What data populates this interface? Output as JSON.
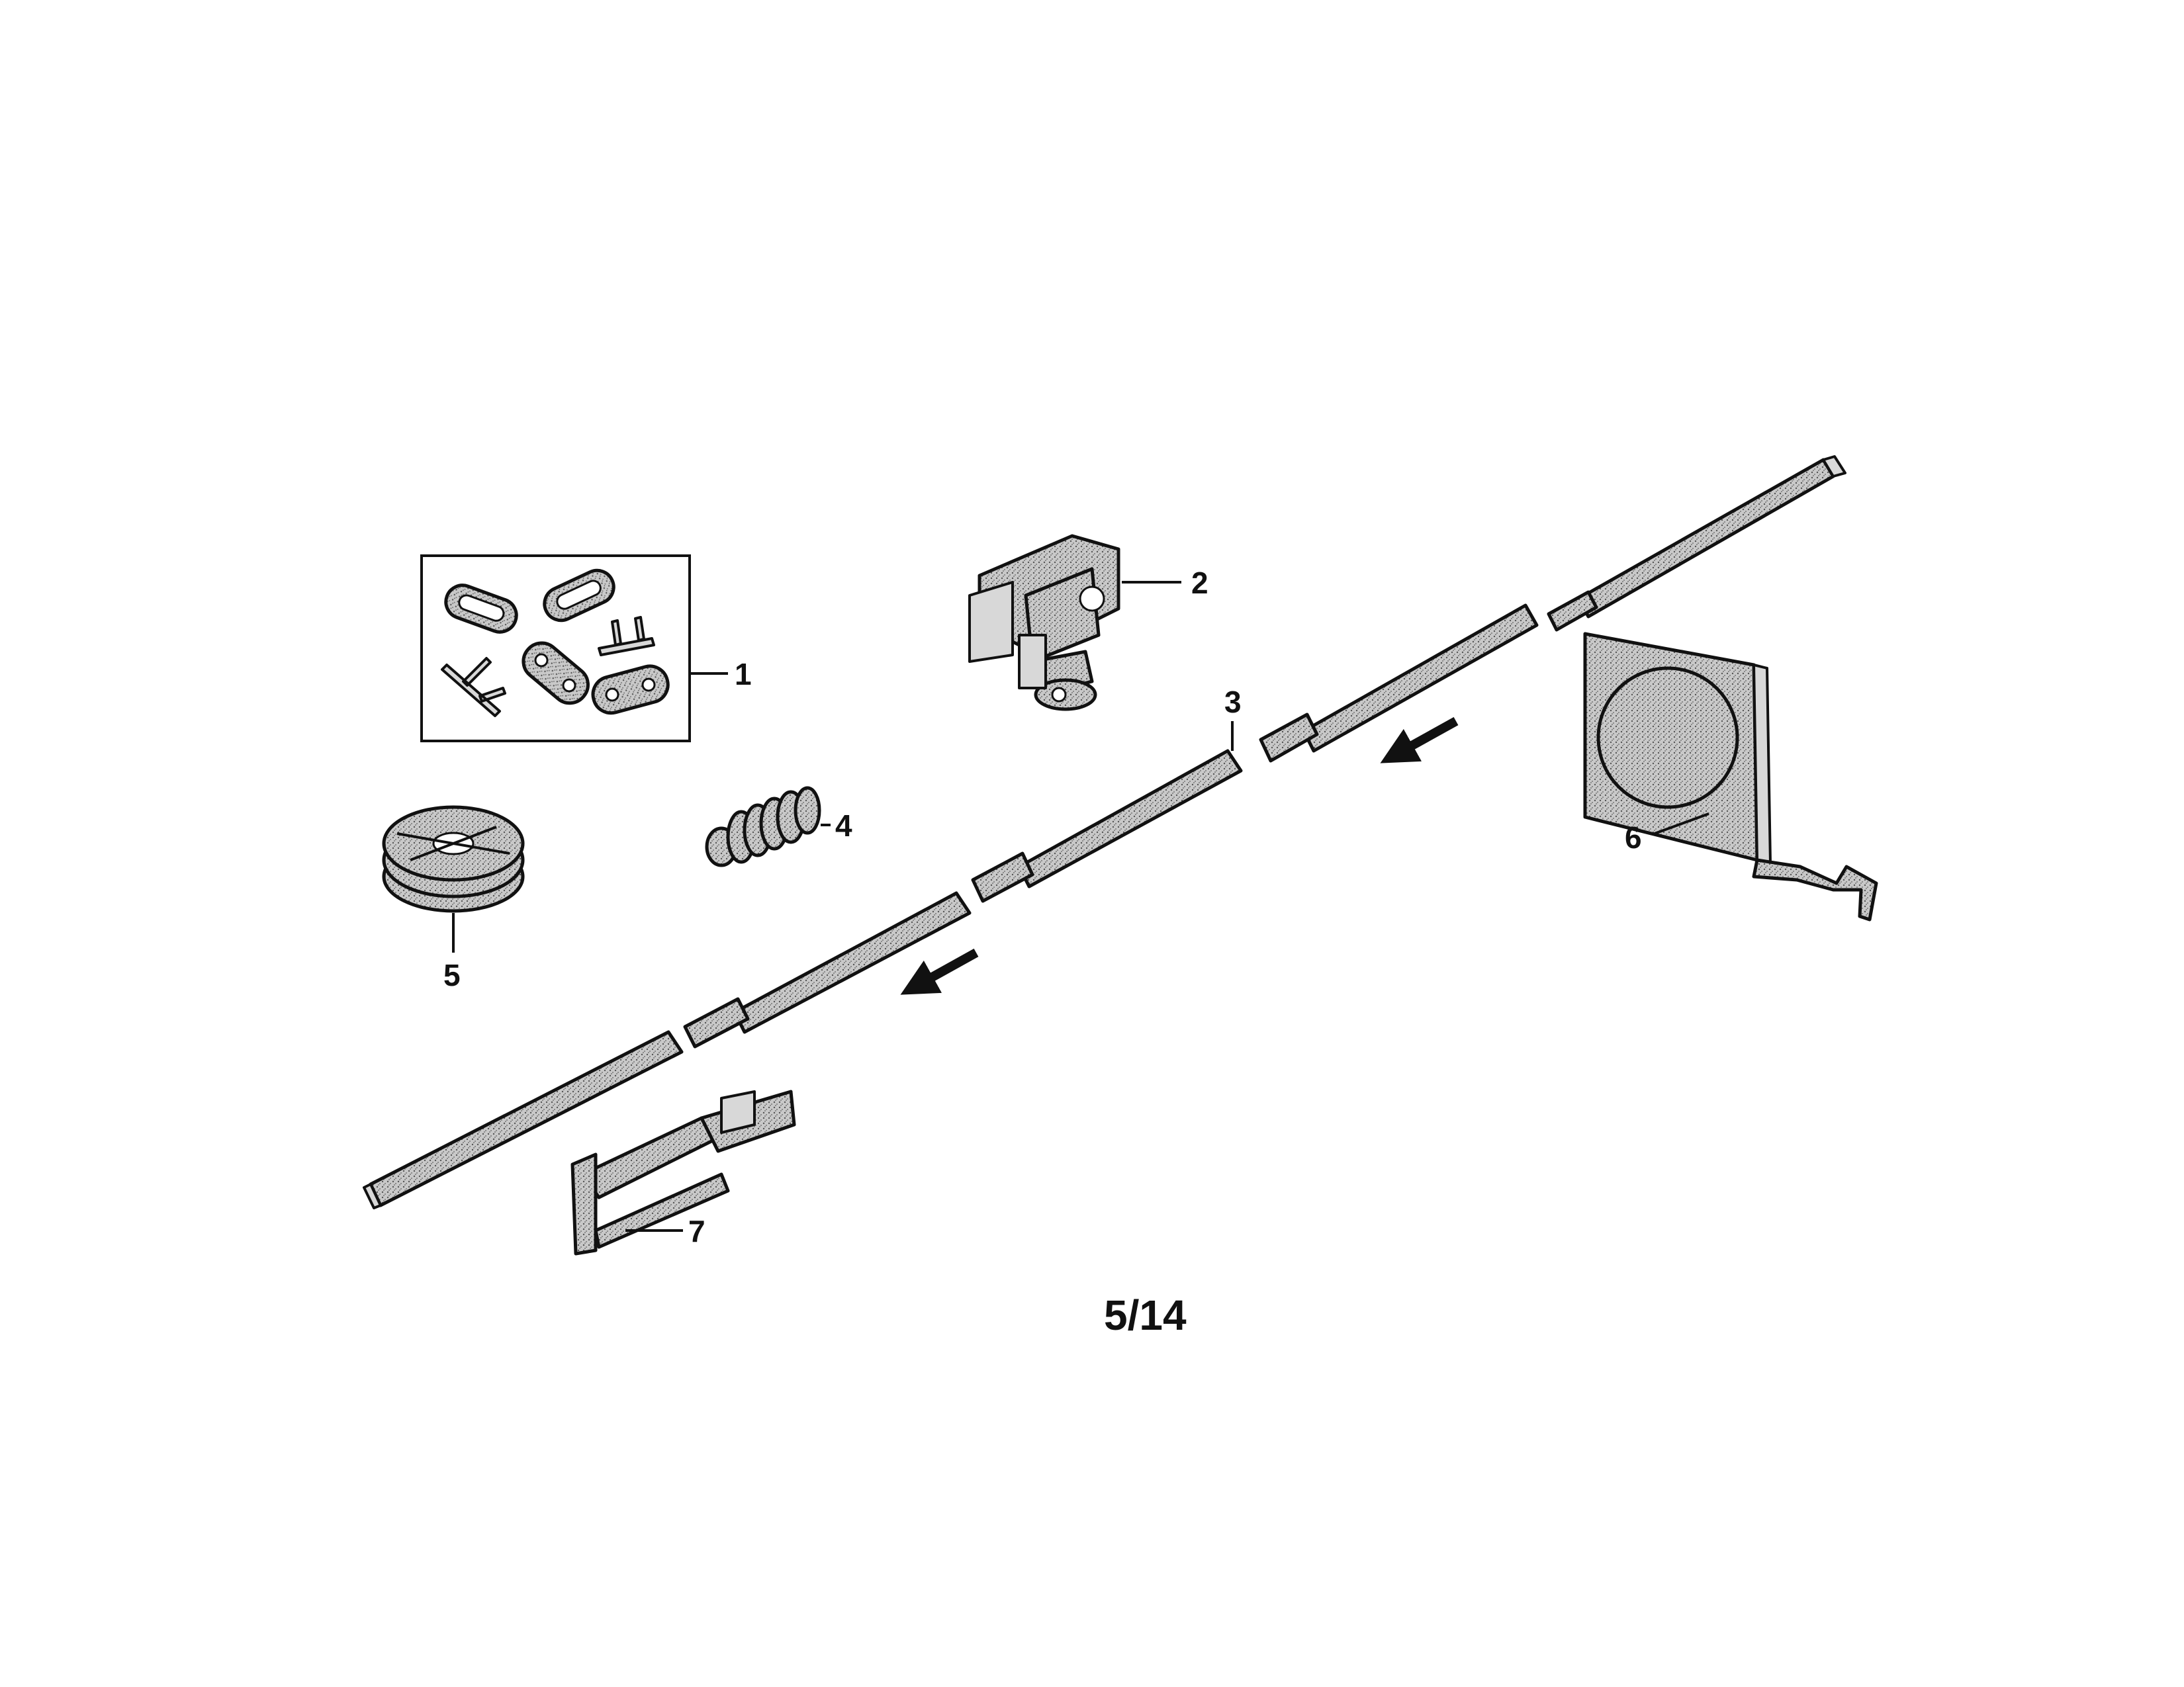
{
  "diagram": {
    "page_number": "5/14",
    "callouts": {
      "c1": "1",
      "c2": "2",
      "c3": "3",
      "c4": "4",
      "c5": "5",
      "c6": "6",
      "c7": "7"
    },
    "parts": [
      {
        "key": "c1",
        "icon": "chain-link-kit-icon"
      },
      {
        "key": "c2",
        "icon": "trolley-carriage-icon"
      },
      {
        "key": "c3",
        "icon": "rail-section-icon"
      },
      {
        "key": "c4",
        "icon": "spring-icon"
      },
      {
        "key": "c5",
        "icon": "pulley-wheel-icon"
      },
      {
        "key": "c6",
        "icon": "sprocket-cover-icon"
      },
      {
        "key": "c7",
        "icon": "header-bracket-icon"
      }
    ],
    "colors": {
      "ink": "#111111",
      "fill": "#cfcfcf",
      "paper": "#ffffff"
    }
  }
}
